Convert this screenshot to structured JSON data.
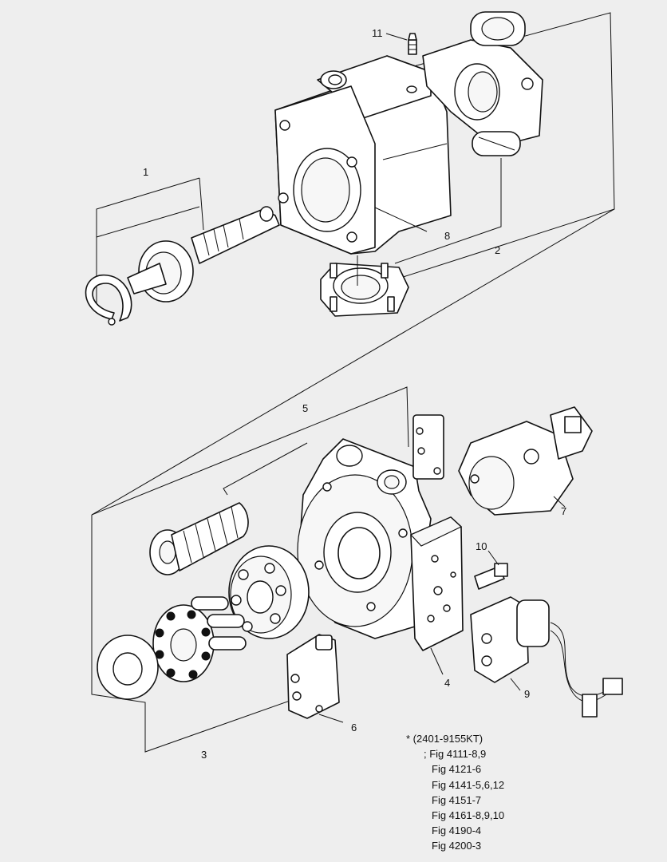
{
  "callouts": {
    "c1": "1",
    "c2": "2",
    "c3": "3",
    "c4": "4",
    "c5": "5",
    "c6": "6",
    "c7": "7",
    "c8": "8",
    "c9": "9",
    "c10": "10",
    "c11": "11"
  },
  "references": {
    "header": "* (2401-9155KT)",
    "lines": [
      "; Fig 4111-8,9",
      "Fig 4121-6",
      "Fig 4141-5,6,12",
      "Fig 4151-7",
      "Fig 4161-8,9,10",
      "Fig 4190-4",
      "Fig 4200-3"
    ]
  }
}
